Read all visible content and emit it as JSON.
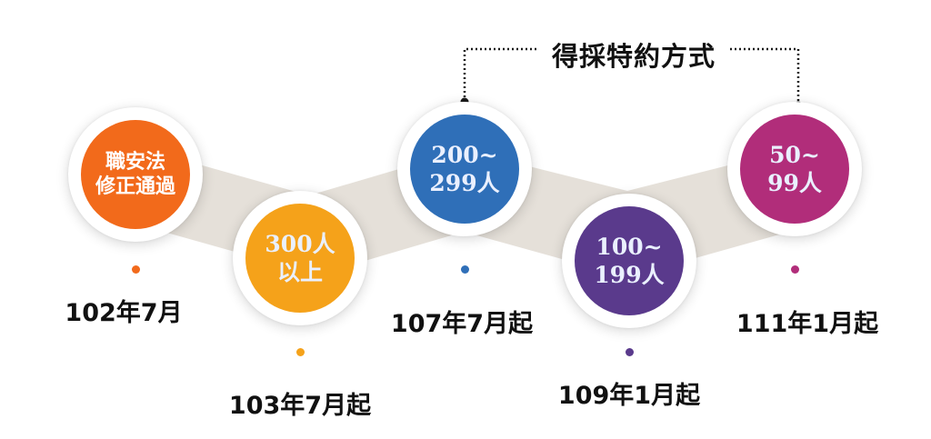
{
  "timeline": {
    "bracket_label": "得採特約方式",
    "milestones": [
      {
        "lines": [
          "職安法",
          "修正通過"
        ],
        "date": "102年7月",
        "color": "#f26a1b"
      },
      {
        "lines": [
          "300人",
          "以上"
        ],
        "date": "103年7月起",
        "color": "#f5a21a"
      },
      {
        "lines": [
          "200~",
          "299人"
        ],
        "date": "107年7月起",
        "color": "#2f6fb8"
      },
      {
        "lines": [
          "100~",
          "199人"
        ],
        "date": "109年1月起",
        "color": "#5a3a8c"
      },
      {
        "lines": [
          "50~",
          "99人"
        ],
        "date": "111年1月起",
        "color": "#b12d7a"
      }
    ]
  }
}
